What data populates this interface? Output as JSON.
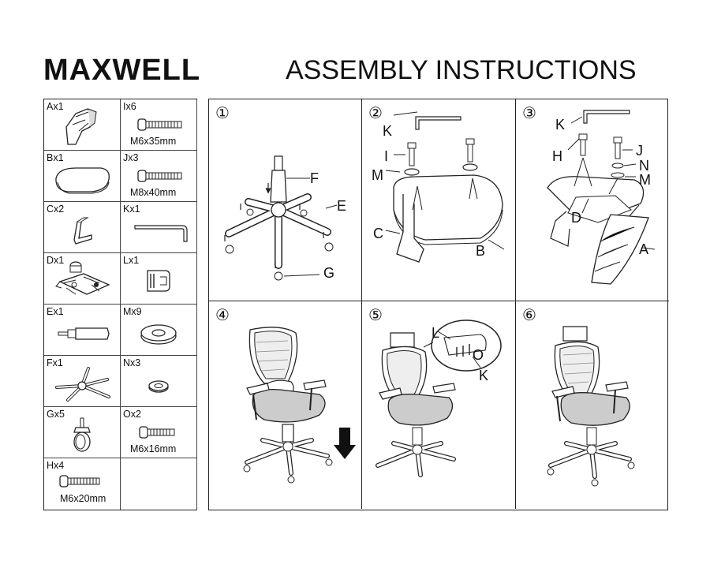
{
  "header": {
    "brand": "MAXWELL",
    "title": "ASSEMBLY INSTRUCTIONS"
  },
  "parts": [
    {
      "label": "Ax1",
      "spec": "",
      "icon": "armrest-bracket-icon"
    },
    {
      "label": "Ix6",
      "spec": "M6x35mm",
      "icon": "bolt-icon"
    },
    {
      "label": "Bx1",
      "spec": "",
      "icon": "seat-cushion-icon"
    },
    {
      "label": "Jx3",
      "spec": "M8x40mm",
      "icon": "bolt-icon"
    },
    {
      "label": "Cx2",
      "spec": "",
      "icon": "arm-mount-icon"
    },
    {
      "label": "Kx1",
      "spec": "",
      "icon": "hex-key-icon"
    },
    {
      "label": "Dx1",
      "spec": "",
      "icon": "tilt-mechanism-icon"
    },
    {
      "label": "Lx1",
      "spec": "",
      "icon": "headrest-clip-icon"
    },
    {
      "label": "Ex1",
      "spec": "",
      "icon": "gas-lift-icon"
    },
    {
      "label": "Mx9",
      "spec": "",
      "icon": "washer-icon"
    },
    {
      "label": "Fx1",
      "spec": "",
      "icon": "star-base-icon"
    },
    {
      "label": "Nx3",
      "spec": "",
      "icon": "spring-washer-icon"
    },
    {
      "label": "Gx5",
      "spec": "",
      "icon": "caster-icon"
    },
    {
      "label": "Ox2",
      "spec": "M6x16mm",
      "icon": "bolt-icon"
    },
    {
      "label": "Hx4",
      "spec": "M6x20mm",
      "icon": "bolt-icon"
    },
    {
      "label": "",
      "spec": "",
      "icon": ""
    }
  ],
  "steps": [
    {
      "number": "①",
      "callouts": [
        "F",
        "E",
        "G"
      ]
    },
    {
      "number": "②",
      "callouts": [
        "K",
        "I",
        "M",
        "C",
        "B"
      ]
    },
    {
      "number": "③",
      "callouts": [
        "K",
        "H",
        "J",
        "N",
        "M",
        "D",
        "A"
      ]
    },
    {
      "number": "④",
      "callouts": []
    },
    {
      "number": "⑤",
      "callouts": [
        "L",
        "O",
        "K"
      ]
    },
    {
      "number": "⑥",
      "callouts": []
    }
  ]
}
